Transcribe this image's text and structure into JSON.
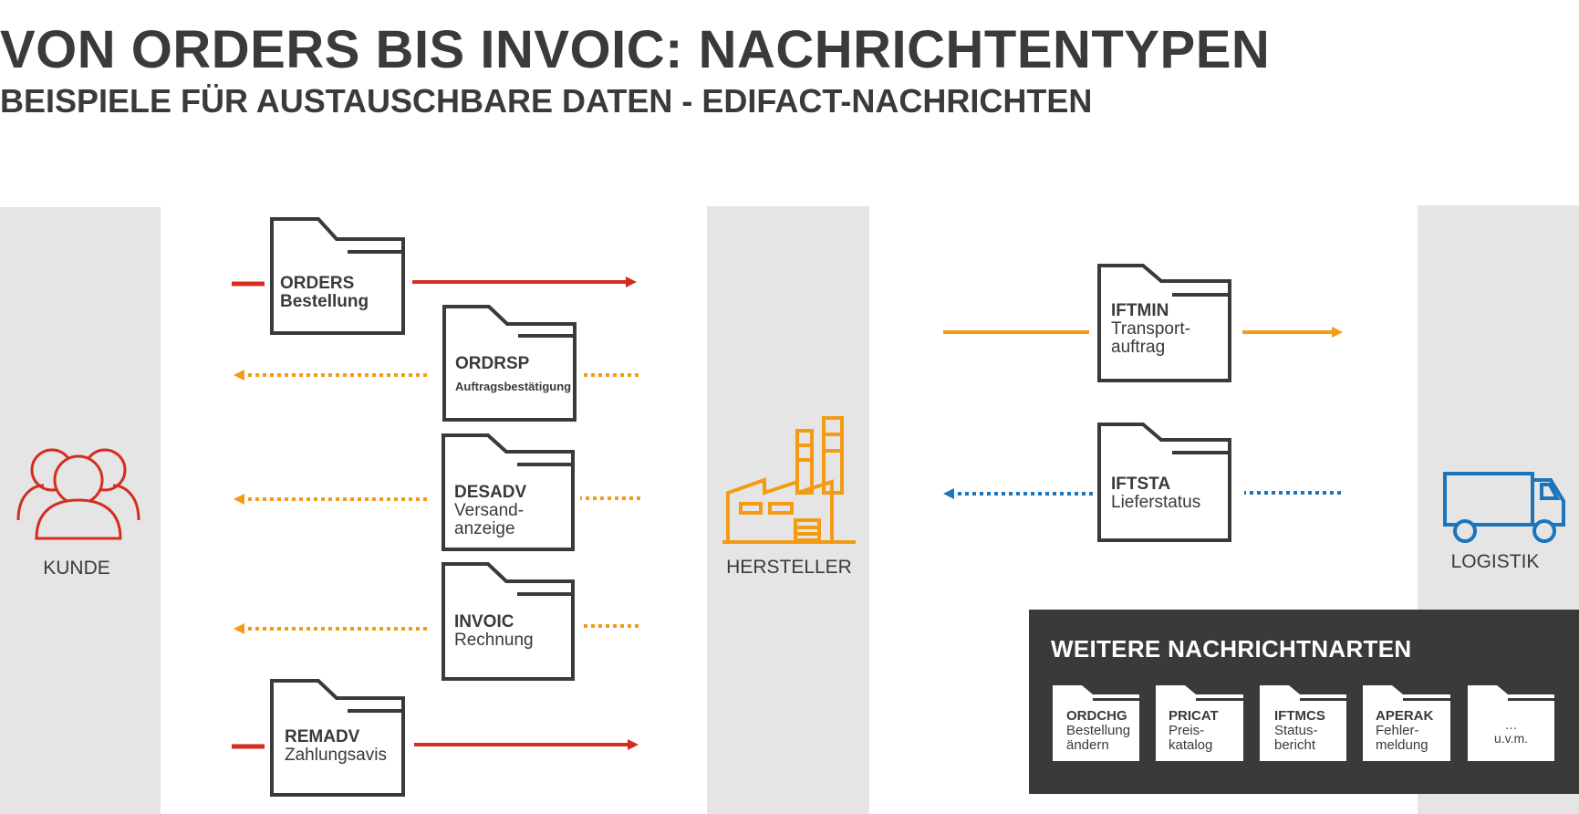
{
  "header": {
    "title": "VON ORDERS BIS INVOIC: NACHRICHTENTYPEN",
    "subtitle": "BEISPIELE FÜR AUSTAUSCHBARE DATEN - EDIFACT-NACHRICHTEN"
  },
  "actors": {
    "kunde": "KUNDE",
    "hersteller": "HERSTELLER",
    "logistik": "LOGISTIK"
  },
  "messages": [
    {
      "code": "ORDERS",
      "desc": [
        "Bestellung"
      ]
    },
    {
      "code": "ORDRSP",
      "desc": [
        "Auftragsbestätigung"
      ]
    },
    {
      "code": "DESADV",
      "desc": [
        "Versand-",
        "anzeige"
      ]
    },
    {
      "code": "INVOIC",
      "desc": [
        "Rechnung"
      ]
    },
    {
      "code": "REMADV",
      "desc": [
        "Zahlungsavis"
      ]
    },
    {
      "code": "IFTMIN",
      "desc": [
        "Transport-",
        "auftrag"
      ]
    },
    {
      "code": "IFTSTA",
      "desc": [
        "Lieferstatus"
      ]
    }
  ],
  "more": {
    "title": "WEITERE NACHRICHTNARTEN",
    "items": [
      {
        "code": "ORDCHG",
        "desc": [
          "Bestellung",
          "ändern"
        ]
      },
      {
        "code": "PRICAT",
        "desc": [
          "Preis-",
          "katalog"
        ]
      },
      {
        "code": "IFTMCS",
        "desc": [
          "Status-",
          "bericht"
        ]
      },
      {
        "code": "APERAK",
        "desc": [
          "Fehler-",
          "meldung"
        ]
      },
      {
        "code": "…",
        "desc": [
          "u.v.m."
        ]
      }
    ]
  },
  "colors": {
    "red": "#d42d1f",
    "orange": "#f49b16",
    "blue": "#1b75bc",
    "dark": "#3a3a3a",
    "lane": "#e5e5e5"
  },
  "icons": {
    "kunde": "users-group-icon",
    "hersteller": "factory-icon",
    "logistik": "truck-icon",
    "message": "folder-icon"
  }
}
